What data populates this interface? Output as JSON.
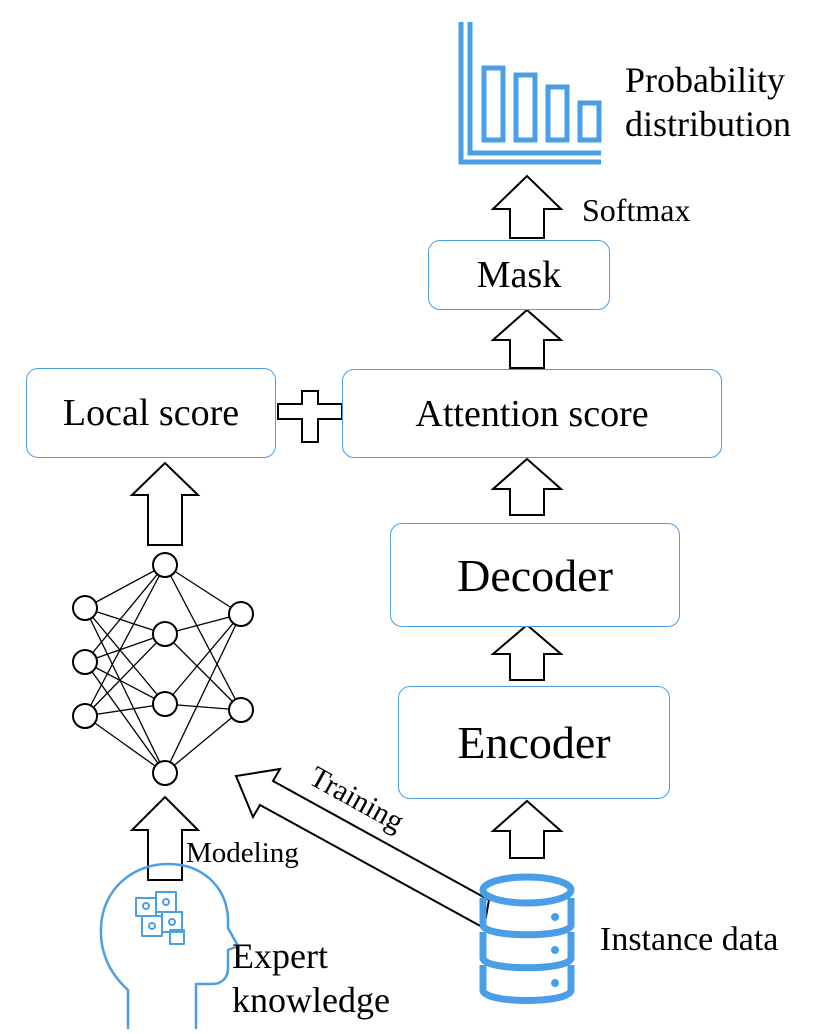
{
  "diagram": {
    "boxes": {
      "mask": "Mask",
      "local_score": "Local score",
      "attention_score": "Attention score",
      "decoder": "Decoder",
      "encoder": "Encoder"
    },
    "labels": {
      "probability_line1": "Probability",
      "probability_line2": "distribution",
      "softmax": "Softmax",
      "training": "Training",
      "modeling": "Modeling",
      "expert_line1": "Expert",
      "expert_line2": "knowledge",
      "instance_data": "Instance data"
    },
    "colors": {
      "accent": "#4a9ee6",
      "line": "#000000"
    },
    "icons": [
      "bar-chart-icon",
      "database-icon",
      "head-puzzle-icon",
      "neural-network-icon",
      "plus-icon"
    ]
  }
}
